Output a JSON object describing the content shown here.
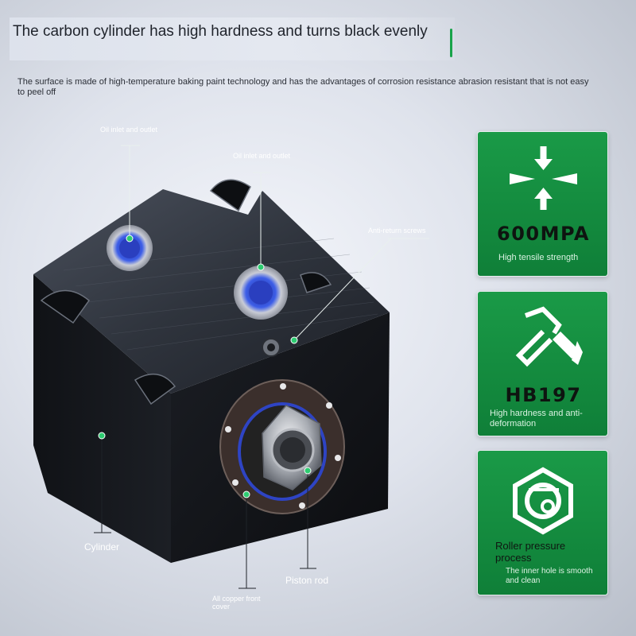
{
  "headline": "The carbon cylinder has high hardness and turns black evenly",
  "subline": "The surface is made of high-temperature baking paint technology and has the advantages of corrosion resistance abrasion resistant that is not easy to peel off",
  "callouts": {
    "oil_inlet_1": "Oil inlet and outlet",
    "oil_inlet_2": "Oil inlet and outlet",
    "anti_return": "Anti-return screws",
    "cylinder": "Cylinder",
    "piston_rod": "Piston rod",
    "front_cover": "All copper front cover"
  },
  "features": [
    {
      "icon": "compression-arrows-icon",
      "value": "600MPA",
      "label": "High tensile strength"
    },
    {
      "icon": "hammer-icon",
      "value": "HB197",
      "label": "High hardness and anti-deformation"
    },
    {
      "icon": "roller-hexagon-icon",
      "title": "Roller pressure process",
      "desc": "The inner hole is smooth and clean"
    }
  ],
  "colors": {
    "accent_green": "#18a34a",
    "card_green": "#148a3f",
    "marker_green": "#2ecc71"
  }
}
